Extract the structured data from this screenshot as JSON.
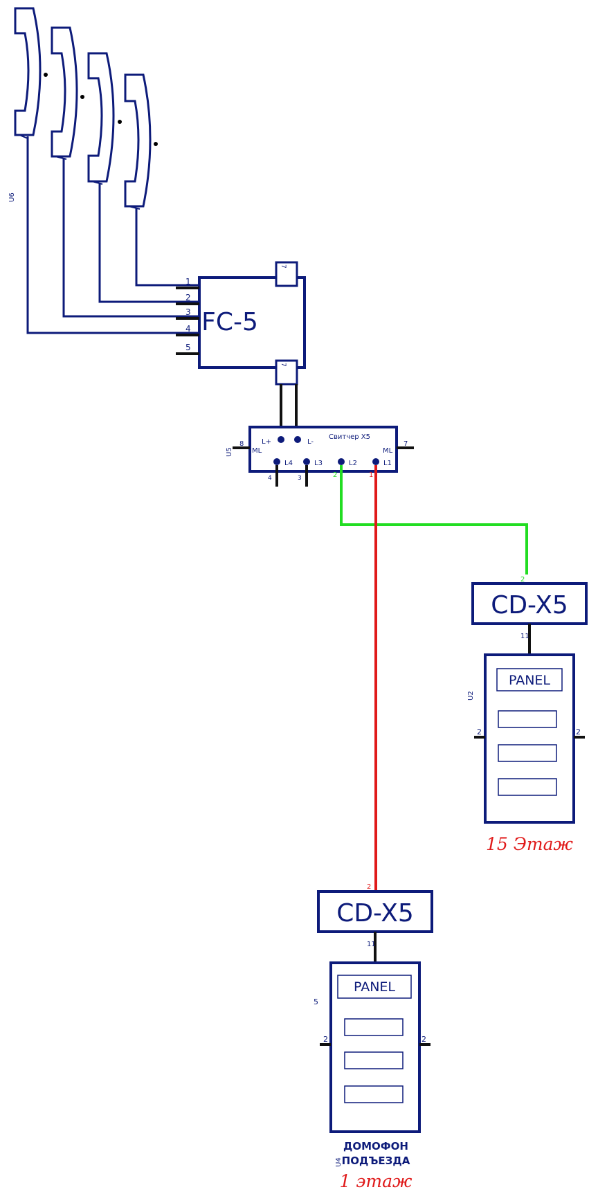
{
  "handsets": {
    "ref": "U6"
  },
  "fc5": {
    "title": "FC-5",
    "pins": [
      "1",
      "2",
      "3",
      "4",
      "5"
    ],
    "top_pin": "7",
    "bottom_pin": "7"
  },
  "switcher": {
    "ref": "U5",
    "title": "Свитчер  X5",
    "power_pins": [
      "L+",
      "L-"
    ],
    "line_pins": [
      "L4",
      "L3",
      "L2",
      "L1"
    ],
    "ml_left": "ML",
    "ml_right": "ML",
    "pin_left": "8",
    "pin_right": "7",
    "pin_l4": "4",
    "pin_l3": "3",
    "pin_l2": "2",
    "pin_l1": "1"
  },
  "unit_15": {
    "converter": "CD-X5",
    "converter_pin_top": "2",
    "converter_pin_bottom": "11",
    "panel_ref": "U2",
    "panel_title": "PANEL",
    "side_pin_left": "2",
    "side_pin_right": "2",
    "floor_label": "15 Этаж"
  },
  "unit_1": {
    "converter": "CD-X5",
    "converter_pin_top": "2",
    "converter_pin_bottom": "11",
    "panel_ref": "U4",
    "panel_side_ref": "5",
    "panel_title": "PANEL",
    "side_pin_left": "2",
    "side_pin_right": "2",
    "caption_line1": "ДОМОФОН",
    "caption_line2": "ПОДЪЕЗДА",
    "floor_label": "1 этаж"
  },
  "colors": {
    "symbol": "#0d1b7a",
    "wire_black": "#111111",
    "wire_green": "#22dd22",
    "wire_red": "#e01a1a",
    "floor_text": "#e01a1a"
  }
}
